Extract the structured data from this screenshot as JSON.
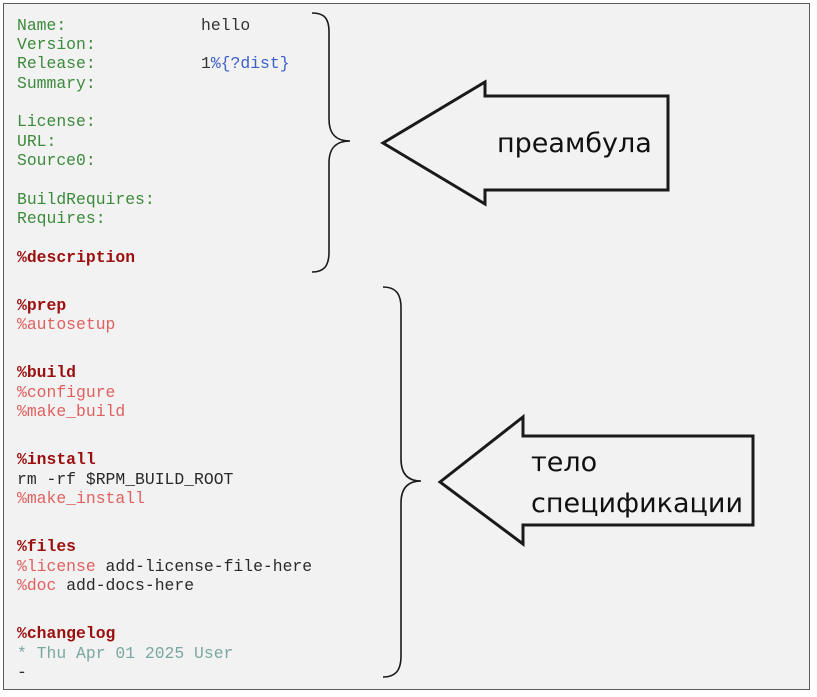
{
  "preamble": {
    "name_tag": "Name:",
    "name_value": "hello",
    "version_tag": "Version:",
    "release_tag": "Release:",
    "release_value_number": "1",
    "release_value_macro": "%{?dist}",
    "summary_tag": "Summary:",
    "license_tag": "License:",
    "url_tag": "URL:",
    "source0_tag": "Source0:",
    "buildrequires_tag": "BuildRequires:",
    "requires_tag": "Requires:",
    "description_section": "%description"
  },
  "body": {
    "prep_section": "%prep",
    "autosetup_macro": "%autosetup",
    "build_section": "%build",
    "configure_macro": "%configure",
    "make_build_macro": "%make_build",
    "install_section": "%install",
    "rm_command": "rm -rf $RPM_BUILD_ROOT",
    "make_install_macro": "%make_install",
    "files_section": "%files",
    "license_macro": "%license",
    "license_arg": " add-license-file-here",
    "doc_macro": "%doc",
    "doc_arg": " add-docs-here",
    "changelog_section": "%changelog",
    "changelog_entry": "* Thu Apr 01 2025 User",
    "changelog_dash": "-"
  },
  "annotations": {
    "preamble_label": "преамбула",
    "body_label_line1": "тело",
    "body_label_line2": "спецификации"
  },
  "colors": {
    "tag": "#3c8a3c",
    "section": "#9c0f0f",
    "macro": "#e06060",
    "comment": "#7aa8a0",
    "macro_value": "#3c5fcc"
  }
}
